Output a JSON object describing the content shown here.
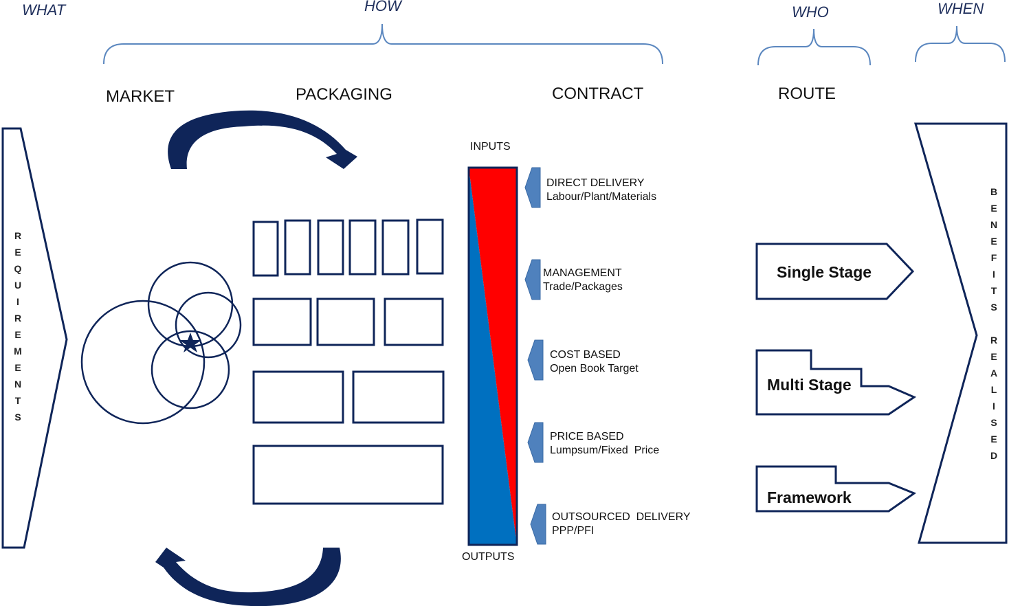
{
  "headers": {
    "what": "WHAT",
    "how": "HOW",
    "who": "WHO",
    "when": "WHEN"
  },
  "sections": {
    "market": "MARKET",
    "packaging": "PACKAGING",
    "contract": "CONTRACT",
    "route": "ROUTE"
  },
  "requirements_letters": [
    "R",
    "E",
    "Q",
    "U",
    "I",
    "R",
    "E",
    "M",
    "E",
    "N",
    "T",
    "S"
  ],
  "benefits_letters": [
    "B",
    "E",
    "N",
    "E",
    "F",
    "I",
    "T",
    "S",
    "",
    "R",
    "E",
    "A",
    "L",
    "I",
    "S",
    "E",
    "D"
  ],
  "contract_bar": {
    "top_label": "INPUTS",
    "bottom_label": "OUTPUTS",
    "colors": {
      "inputs": "#ff0000",
      "outputs": "#0070c0",
      "outline": "#0f2559"
    }
  },
  "contract_types": [
    {
      "title": "DIRECT DELIVERY",
      "subtitle": "Labour/Plant/Materials"
    },
    {
      "title": "MANAGEMENT",
      "subtitle": "Trade/Packages"
    },
    {
      "title": "COST BASED",
      "subtitle": "Open Book Target"
    },
    {
      "title": "PRICE BASED",
      "subtitle": "Lumpsum/Fixed  Price"
    },
    {
      "title": "OUTSOURCED  DELIVERY",
      "subtitle": "PPP/PFI"
    }
  ],
  "routes": [
    {
      "label": "Single Stage"
    },
    {
      "label": "Multi Stage"
    },
    {
      "label": "Framework"
    }
  ],
  "colors": {
    "navy": "#0f2559",
    "brace": "#5b87bf",
    "chevron": "#4f81bd"
  }
}
